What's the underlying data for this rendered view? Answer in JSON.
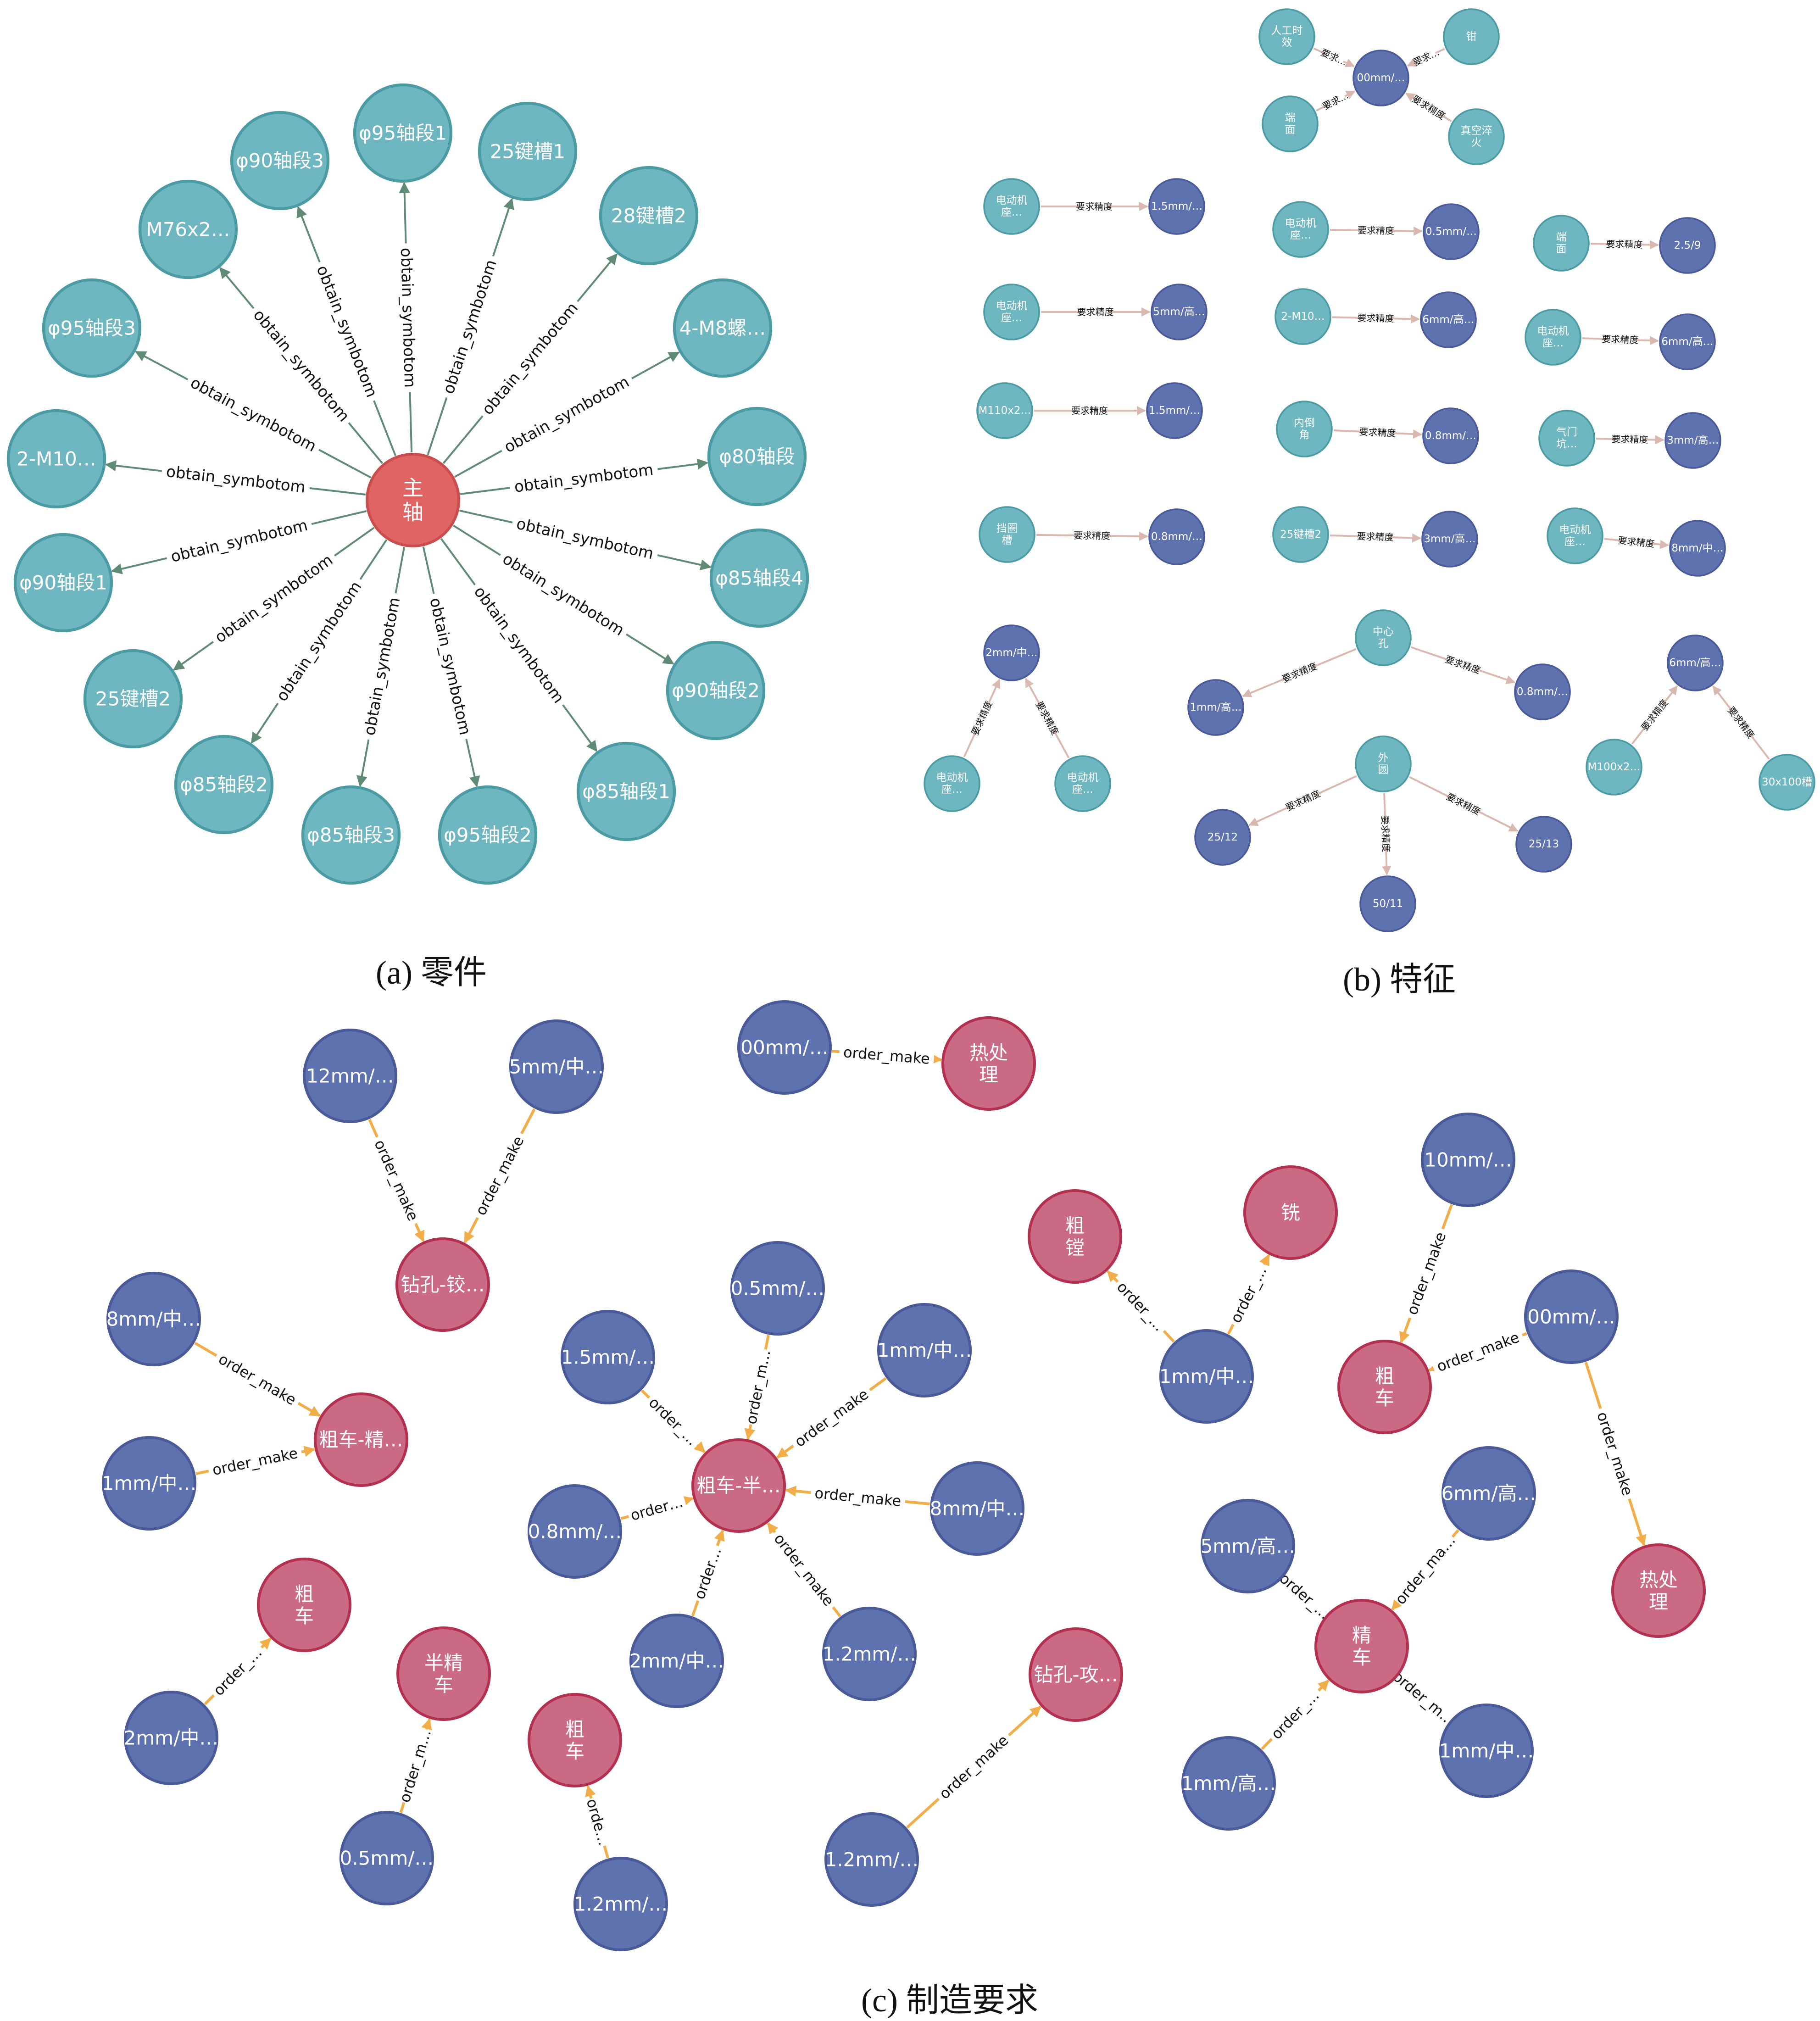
{
  "captions": {
    "a": "(a) 零件",
    "b": "(b) 特征",
    "c": "(c) 制造要求"
  },
  "colors": {
    "teal": "#6fb7c0",
    "teal_stroke": "#4b9ba4",
    "red": "#e06464",
    "red_stroke": "#c94d4d",
    "blue": "#5f72b0",
    "blue_stroke": "#4a5a99",
    "pink": "#cb6a85",
    "pink_stroke": "#b3304f",
    "edge_a": "#5f8a74",
    "edge_b": "#d9b8b0",
    "edge_c": "#f0ad48"
  },
  "panel_a": {
    "center": "主\n轴",
    "edge_label": "obtain_symbotom",
    "parts": [
      "φ90轴段3",
      "φ95轴段1",
      "25键槽1",
      "28键槽2",
      "4-M8螺…",
      "φ80轴段",
      "φ85轴段4",
      "φ90轴段2",
      "φ85轴段1",
      "φ95轴段2",
      "φ85轴段3",
      "φ85轴段2",
      "25键槽2",
      "φ90轴段1",
      "2-M10…",
      "φ95轴段3",
      "M76x2…"
    ]
  },
  "panel_b": {
    "edge_label": "要求精度",
    "nodes": [
      {
        "id": "b0",
        "label": "00mm/…",
        "kind": "blue"
      },
      {
        "id": "b1",
        "label": "人工时\n效",
        "kind": "teal"
      },
      {
        "id": "b2",
        "label": "钳",
        "kind": "teal"
      },
      {
        "id": "b3",
        "label": "端\n面",
        "kind": "teal"
      },
      {
        "id": "b4",
        "label": "真空淬\n火",
        "kind": "teal"
      },
      {
        "id": "b5",
        "label": "电动机\n座…",
        "kind": "teal"
      },
      {
        "id": "b6",
        "label": "1.5mm/…",
        "kind": "blue"
      },
      {
        "id": "b7",
        "label": "电动机\n座…",
        "kind": "teal"
      },
      {
        "id": "b8",
        "label": "0.5mm/…",
        "kind": "blue"
      },
      {
        "id": "b9",
        "label": "端\n面",
        "kind": "teal"
      },
      {
        "id": "b10",
        "label": "2.5/9",
        "kind": "blue"
      },
      {
        "id": "b11",
        "label": "电动机\n座…",
        "kind": "teal"
      },
      {
        "id": "b12",
        "label": "5mm/高…",
        "kind": "blue"
      },
      {
        "id": "b13",
        "label": "2-M10…",
        "kind": "teal"
      },
      {
        "id": "b14",
        "label": "6mm/高…",
        "kind": "blue"
      },
      {
        "id": "b15",
        "label": "电动机\n座…",
        "kind": "teal"
      },
      {
        "id": "b16",
        "label": "6mm/高…",
        "kind": "blue"
      },
      {
        "id": "b17",
        "label": "M110x2…",
        "kind": "teal"
      },
      {
        "id": "b18",
        "label": "1.5mm/…",
        "kind": "blue"
      },
      {
        "id": "b19",
        "label": "内倒\n角",
        "kind": "teal"
      },
      {
        "id": "b20",
        "label": "0.8mm/…",
        "kind": "blue"
      },
      {
        "id": "b21",
        "label": "气门\n坑…",
        "kind": "teal"
      },
      {
        "id": "b22",
        "label": "3mm/高…",
        "kind": "blue"
      },
      {
        "id": "b23",
        "label": "挡圈\n槽",
        "kind": "teal"
      },
      {
        "id": "b24",
        "label": "0.8mm/…",
        "kind": "blue"
      },
      {
        "id": "b25",
        "label": "25键槽2",
        "kind": "teal"
      },
      {
        "id": "b26",
        "label": "3mm/高…",
        "kind": "blue"
      },
      {
        "id": "b27",
        "label": "电动机\n座…",
        "kind": "teal"
      },
      {
        "id": "b28",
        "label": "8mm/中…",
        "kind": "blue"
      },
      {
        "id": "b29",
        "label": "2mm/中…",
        "kind": "blue"
      },
      {
        "id": "b30",
        "label": "电动机\n座…",
        "kind": "teal"
      },
      {
        "id": "b31",
        "label": "电动机\n座…",
        "kind": "teal"
      },
      {
        "id": "b32",
        "label": "中心\n孔",
        "kind": "teal"
      },
      {
        "id": "b33",
        "label": "1mm/高…",
        "kind": "blue"
      },
      {
        "id": "b34",
        "label": "0.8mm/…",
        "kind": "blue"
      },
      {
        "id": "b35",
        "label": "外\n圆",
        "kind": "teal"
      },
      {
        "id": "b36",
        "label": "25/12",
        "kind": "blue"
      },
      {
        "id": "b37",
        "label": "25/13",
        "kind": "blue"
      },
      {
        "id": "b38",
        "label": "50/11",
        "kind": "blue"
      },
      {
        "id": "b39",
        "label": "6mm/高…",
        "kind": "blue"
      },
      {
        "id": "b40",
        "label": "M100x2…",
        "kind": "teal"
      },
      {
        "id": "b41",
        "label": "30x100槽",
        "kind": "teal"
      }
    ],
    "edges": [
      {
        "s": "b1",
        "t": "b0",
        "label": "要求…"
      },
      {
        "s": "b2",
        "t": "b0",
        "label": "要求…"
      },
      {
        "s": "b3",
        "t": "b0",
        "label": "要求…"
      },
      {
        "s": "b4",
        "t": "b0",
        "label": "要求精度"
      },
      {
        "s": "b5",
        "t": "b6",
        "label": "要求精度"
      },
      {
        "s": "b7",
        "t": "b8",
        "label": "要求精度"
      },
      {
        "s": "b9",
        "t": "b10",
        "label": "要求精度"
      },
      {
        "s": "b11",
        "t": "b12",
        "label": "要求精度"
      },
      {
        "s": "b13",
        "t": "b14",
        "label": "要求精度"
      },
      {
        "s": "b15",
        "t": "b16",
        "label": "要求精度"
      },
      {
        "s": "b17",
        "t": "b18",
        "label": "要求精度"
      },
      {
        "s": "b19",
        "t": "b20",
        "label": "要求精度"
      },
      {
        "s": "b21",
        "t": "b22",
        "label": "要求精度"
      },
      {
        "s": "b23",
        "t": "b24",
        "label": "要求精度"
      },
      {
        "s": "b25",
        "t": "b26",
        "label": "要求精度"
      },
      {
        "s": "b27",
        "t": "b28",
        "label": "要求精度"
      },
      {
        "s": "b30",
        "t": "b29",
        "label": "要求精度"
      },
      {
        "s": "b31",
        "t": "b29",
        "label": "要求精度"
      },
      {
        "s": "b32",
        "t": "b33",
        "label": "要求精度"
      },
      {
        "s": "b32",
        "t": "b34",
        "label": "要求精度"
      },
      {
        "s": "b35",
        "t": "b36",
        "label": "要求精度"
      },
      {
        "s": "b35",
        "t": "b37",
        "label": "要求精度"
      },
      {
        "s": "b35",
        "t": "b38",
        "label": "要求精度"
      },
      {
        "s": "b40",
        "t": "b39",
        "label": "要求精度"
      },
      {
        "s": "b41",
        "t": "b39",
        "label": "要求精度"
      }
    ]
  },
  "panel_c": {
    "nodes": [
      {
        "id": "c0",
        "label": "12mm/…",
        "kind": "blue"
      },
      {
        "id": "c1",
        "label": "5mm/中…",
        "kind": "blue"
      },
      {
        "id": "c2",
        "label": "钻孔-铰…",
        "kind": "pink"
      },
      {
        "id": "c3",
        "label": "00mm/…",
        "kind": "blue"
      },
      {
        "id": "c4",
        "label": "热处\n理",
        "kind": "pink"
      },
      {
        "id": "c5",
        "label": "8mm/中…",
        "kind": "blue"
      },
      {
        "id": "c6",
        "label": "1mm/中…",
        "kind": "blue"
      },
      {
        "id": "c7",
        "label": "粗车-精…",
        "kind": "pink"
      },
      {
        "id": "c8",
        "label": "0.5mm/…",
        "kind": "blue"
      },
      {
        "id": "c9",
        "label": "1.5mm/…",
        "kind": "blue"
      },
      {
        "id": "c10",
        "label": "1mm/中…",
        "kind": "blue"
      },
      {
        "id": "c11",
        "label": "粗车-半…",
        "kind": "pink"
      },
      {
        "id": "c12",
        "label": "0.8mm/…",
        "kind": "blue"
      },
      {
        "id": "c13",
        "label": "8mm/中…",
        "kind": "blue"
      },
      {
        "id": "c14",
        "label": "2mm/中…",
        "kind": "blue"
      },
      {
        "id": "c15",
        "label": "1.2mm/…",
        "kind": "blue"
      },
      {
        "id": "c16",
        "label": "粗\n镗",
        "kind": "pink"
      },
      {
        "id": "c17",
        "label": "铣",
        "kind": "pink"
      },
      {
        "id": "c18",
        "label": "1mm/中…",
        "kind": "blue"
      },
      {
        "id": "c19",
        "label": "10mm/…",
        "kind": "blue"
      },
      {
        "id": "c20",
        "label": "00mm/…",
        "kind": "blue"
      },
      {
        "id": "c21",
        "label": "粗\n车",
        "kind": "pink"
      },
      {
        "id": "c22",
        "label": "热处\n理",
        "kind": "pink"
      },
      {
        "id": "c23",
        "label": "粗\n车",
        "kind": "pink"
      },
      {
        "id": "c24",
        "label": "2mm/中…",
        "kind": "blue"
      },
      {
        "id": "c25",
        "label": "半精\n车",
        "kind": "pink"
      },
      {
        "id": "c26",
        "label": "0.5mm/…",
        "kind": "blue"
      },
      {
        "id": "c27",
        "label": "粗\n车",
        "kind": "pink"
      },
      {
        "id": "c28",
        "label": "1.2mm/…",
        "kind": "blue"
      },
      {
        "id": "c29",
        "label": "钻孔-攻…",
        "kind": "pink"
      },
      {
        "id": "c30",
        "label": "1.2mm/…",
        "kind": "blue"
      },
      {
        "id": "c31",
        "label": "5mm/高…",
        "kind": "blue"
      },
      {
        "id": "c32",
        "label": "6mm/高…",
        "kind": "blue"
      },
      {
        "id": "c33",
        "label": "精\n车",
        "kind": "pink"
      },
      {
        "id": "c34",
        "label": "1mm/高…",
        "kind": "blue"
      },
      {
        "id": "c35",
        "label": "1mm/中…",
        "kind": "blue"
      }
    ],
    "edges": [
      {
        "s": "c0",
        "t": "c2",
        "label": "order_make"
      },
      {
        "s": "c1",
        "t": "c2",
        "label": "order_make"
      },
      {
        "s": "c3",
        "t": "c4",
        "label": "order_make"
      },
      {
        "s": "c5",
        "t": "c7",
        "label": "order_make"
      },
      {
        "s": "c6",
        "t": "c7",
        "label": "order_make"
      },
      {
        "s": "c8",
        "t": "c11",
        "label": "order_m…"
      },
      {
        "s": "c9",
        "t": "c11",
        "label": "order_…"
      },
      {
        "s": "c10",
        "t": "c11",
        "label": "order_make"
      },
      {
        "s": "c12",
        "t": "c11",
        "label": "order…"
      },
      {
        "s": "c13",
        "t": "c11",
        "label": "order_make"
      },
      {
        "s": "c14",
        "t": "c11",
        "label": "order…"
      },
      {
        "s": "c15",
        "t": "c11",
        "label": "order_make"
      },
      {
        "s": "c18",
        "t": "c16",
        "label": "order_…"
      },
      {
        "s": "c18",
        "t": "c17",
        "label": "order_…"
      },
      {
        "s": "c19",
        "t": "c21",
        "label": "order_make"
      },
      {
        "s": "c20",
        "t": "c21",
        "label": "order_make"
      },
      {
        "s": "c20",
        "t": "c22",
        "label": "order_make"
      },
      {
        "s": "c24",
        "t": "c23",
        "label": "order_…"
      },
      {
        "s": "c26",
        "t": "c25",
        "label": "order_m…"
      },
      {
        "s": "c28",
        "t": "c27",
        "label": "orde…"
      },
      {
        "s": "c30",
        "t": "c29",
        "label": "order_make"
      },
      {
        "s": "c31",
        "t": "c33",
        "label": "order_…"
      },
      {
        "s": "c32",
        "t": "c33",
        "label": "order_ma…"
      },
      {
        "s": "c34",
        "t": "c33",
        "label": "order_…"
      },
      {
        "s": "c35",
        "t": "c33",
        "label": "order_m…"
      }
    ]
  }
}
